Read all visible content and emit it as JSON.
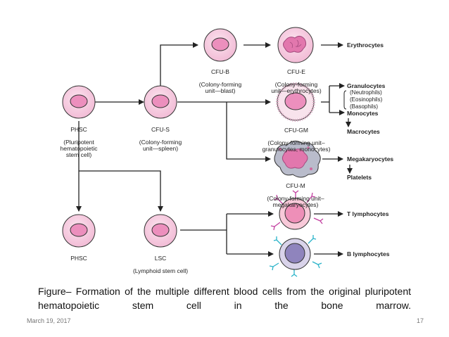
{
  "cells": {
    "phsc": {
      "name": "PHSC",
      "desc": "(Pluripotent\nhematopoietic\nstem cell)"
    },
    "cfus": {
      "name": "CFU-S",
      "desc": "(Colony-forming\nunit—spleen)"
    },
    "cfub": {
      "name": "CFU-B",
      "desc": "(Colony-forming\nunit—blast)"
    },
    "cfue": {
      "name": "CFU-E",
      "desc": "(Colony-forming\nunit—erythrocytes)"
    },
    "cfugm": {
      "name": "CFU-GM",
      "desc": "(Colony-forming unit–\ngranulocytes, monocytes)"
    },
    "cfum": {
      "name": "CFU-M",
      "desc": "(Colony-forming unit–\nmegakaryocytes)"
    },
    "phsc2": {
      "name": "PHSC",
      "desc": ""
    },
    "lsc": {
      "name": "LSC",
      "desc": "(Lymphoid stem cell)"
    }
  },
  "outputs": {
    "erythrocytes": "Erythrocytes",
    "granulocytes": "Granulocytes",
    "neutrophils": "(Neutrophils)",
    "eosinophils": "(Eosinophils)",
    "basophils": "(Basophils)",
    "monocytes": "Monocytes",
    "macrocytes": "Macrocytes",
    "megakaryocytes": "Megakaryocytes",
    "platelets": "Platelets",
    "t_lymphocytes": "T lymphocytes",
    "b_lymphocytes": "B lymphocytes"
  },
  "caption": "Figure– Formation of the multiple different blood cells from the original pluripotent hematopoietic stem cell in the bone marrow.",
  "footer": {
    "date": "March 19, 2017",
    "page": "17"
  },
  "colors": {
    "cell_fill": "#f6cde0",
    "nucleus": "#ec8fbd",
    "outline": "#333333",
    "lymph_t_spikes": "#c23fa0",
    "lymph_b_spikes": "#29b3c9",
    "lymph_b_fill": "#d9d3ea",
    "lymph_b_nucleus": "#8f84bd"
  }
}
